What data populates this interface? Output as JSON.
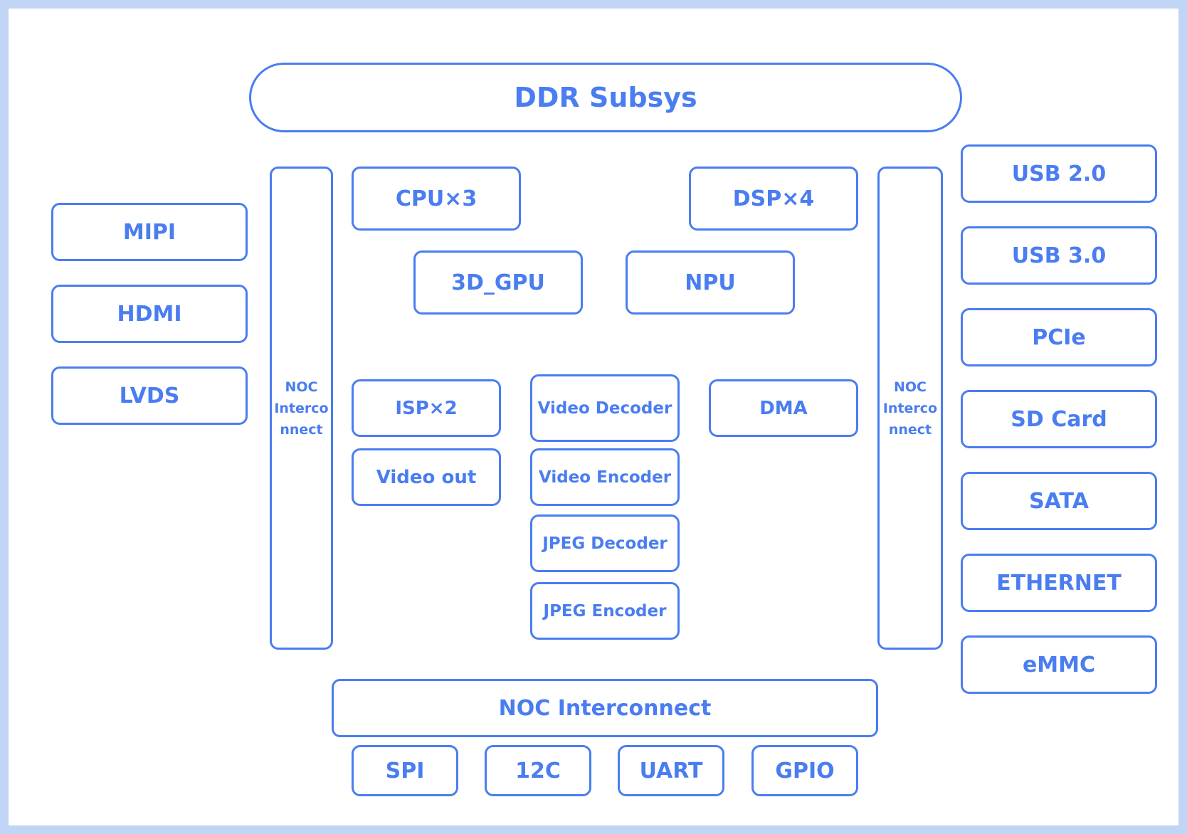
{
  "accent_color": "#4a7df0",
  "frame_color": "#c0d4f5",
  "ddr": "DDR Subsys",
  "left_io": [
    "MIPI",
    "HDMI",
    "LVDS"
  ],
  "right_io": [
    "USB 2.0",
    "USB 3.0",
    "PCIe",
    "SD Card",
    "SATA",
    "ETHERNET",
    "eMMC"
  ],
  "noc_left": [
    "NOC",
    "Interco",
    "nnect"
  ],
  "noc_right": [
    "NOC",
    "Interco",
    "nnect"
  ],
  "noc_bottom": "NOC Interconnect",
  "core": {
    "cpu": "CPU×3",
    "dsp": "DSP×4",
    "gpu": "3D_GPU",
    "npu": "NPU",
    "isp": "ISP×2",
    "video_out": "Video out",
    "video_decoder": "Video Decoder",
    "video_encoder": "Video Encoder",
    "jpeg_decoder": "JPEG Decoder",
    "jpeg_encoder": "JPEG Encoder",
    "dma": "DMA"
  },
  "low_speed_io": [
    "SPI",
    "12C",
    "UART",
    "GPIO"
  ]
}
